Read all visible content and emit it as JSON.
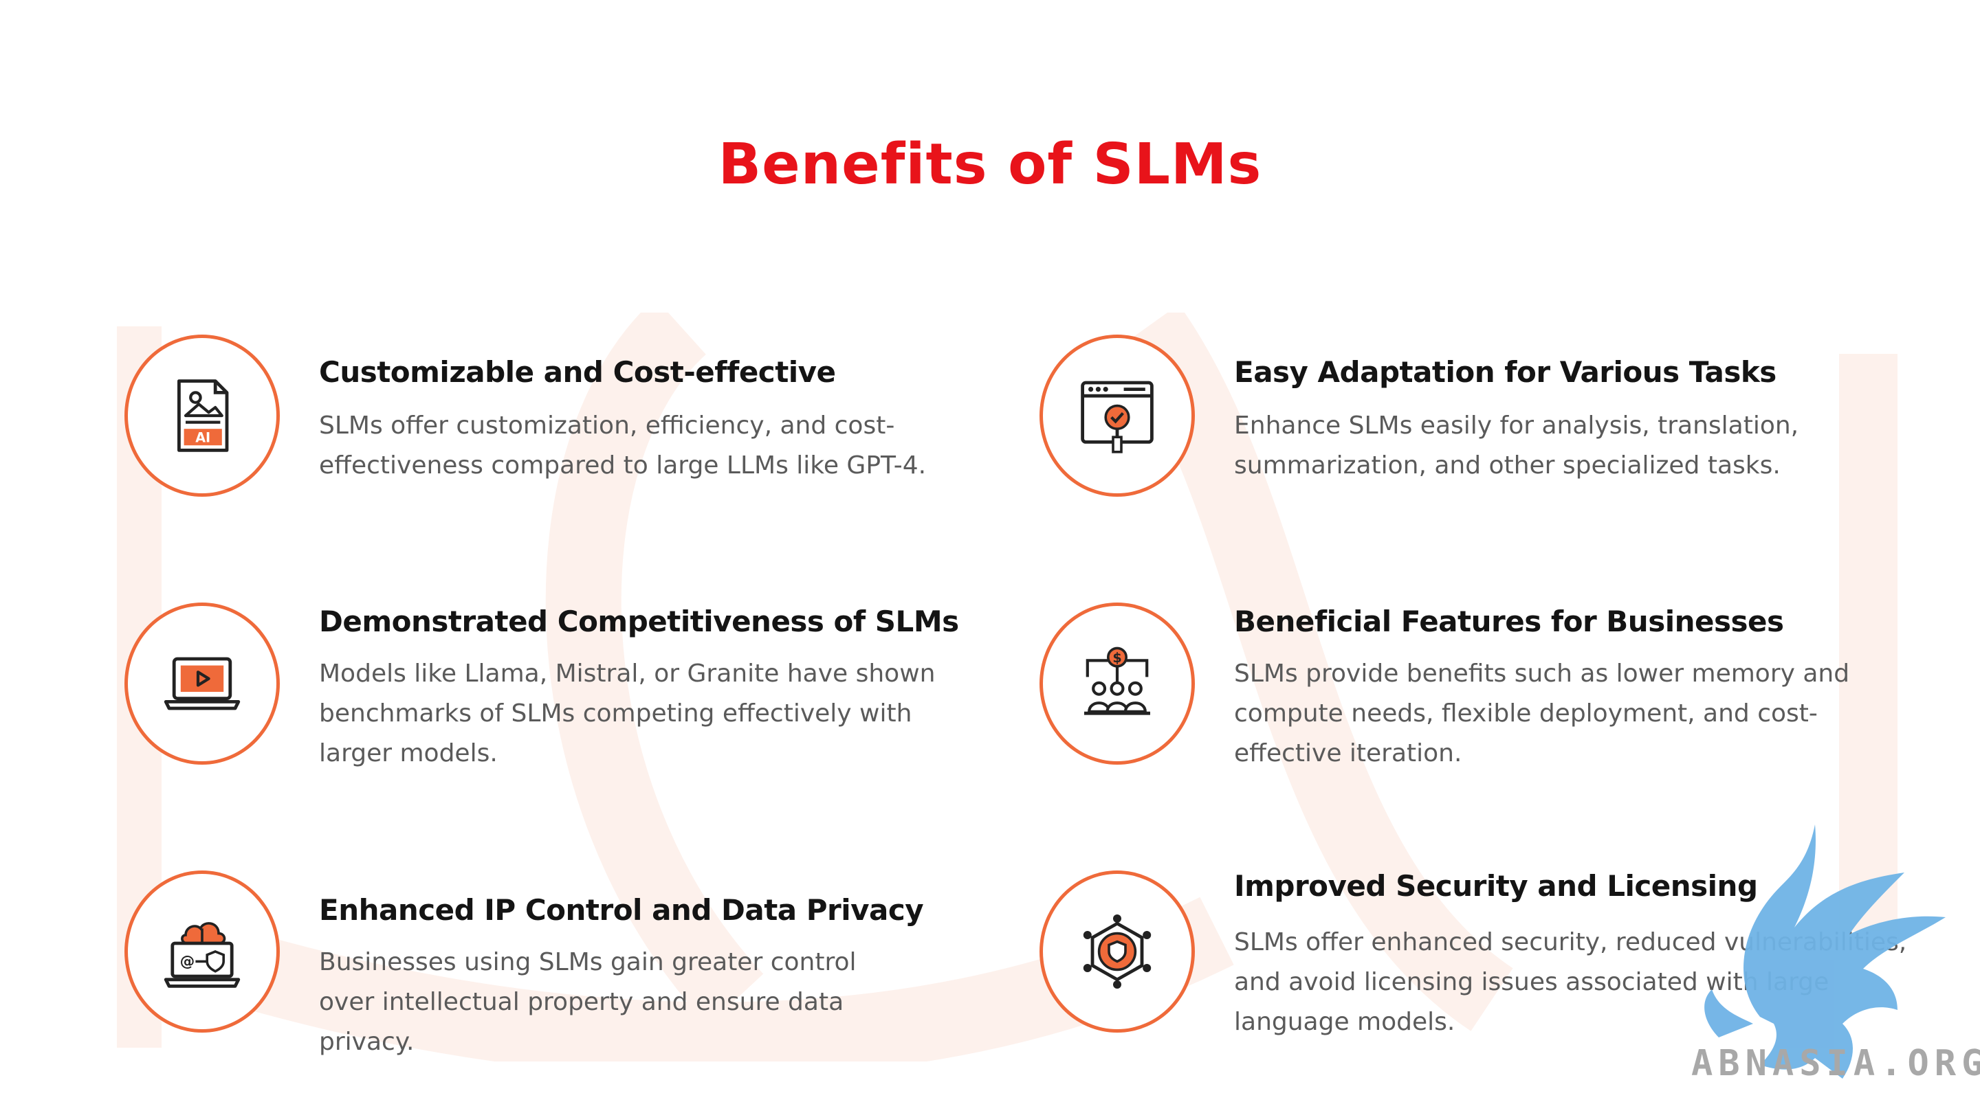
{
  "slide": {
    "title": "Benefits of SLMs",
    "accent_color": "#e8131a",
    "icon_color": "#ef6a3a"
  },
  "items": [
    {
      "title": "Customizable and Cost-effective",
      "desc": "SLMs offer customization, efficiency, and cost-effectiveness compared to large LLMs like GPT-4.",
      "icon": "ai-image-file-icon",
      "icon_text": "AI"
    },
    {
      "title": "Easy Adaptation for Various Tasks",
      "desc": "Enhance SLMs easily for analysis, translation, summarization, and other specialized tasks.",
      "icon": "browser-checkmark-icon"
    },
    {
      "title": "Demonstrated Competitiveness of SLMs",
      "desc": "Models like Llama, Mistral, or Granite have shown benchmarks of SLMs competing effectively with larger models.",
      "icon": "laptop-play-icon"
    },
    {
      "title": "Beneficial Features for Businesses",
      "desc": "SLMs provide benefits such as lower memory and compute needs, flexible deployment, and cost-effective iteration.",
      "icon": "business-people-icon",
      "icon_text": "$"
    },
    {
      "title": "Enhanced IP Control and Data Privacy",
      "desc": "Businesses using SLMs gain greater control over intellectual property and ensure data privacy.",
      "icon": "laptop-cloud-shield-icon",
      "icon_text": "@"
    },
    {
      "title": "Improved Security and Licensing",
      "desc": "SLMs offer enhanced security, reduced vulnerabilities, and avoid licensing issues associated with large language models.",
      "icon": "network-shield-icon"
    }
  ],
  "watermark": {
    "text": "ABNASIA.ORG",
    "icon": "griffin-logo-icon",
    "color": "#6fb3e6"
  }
}
